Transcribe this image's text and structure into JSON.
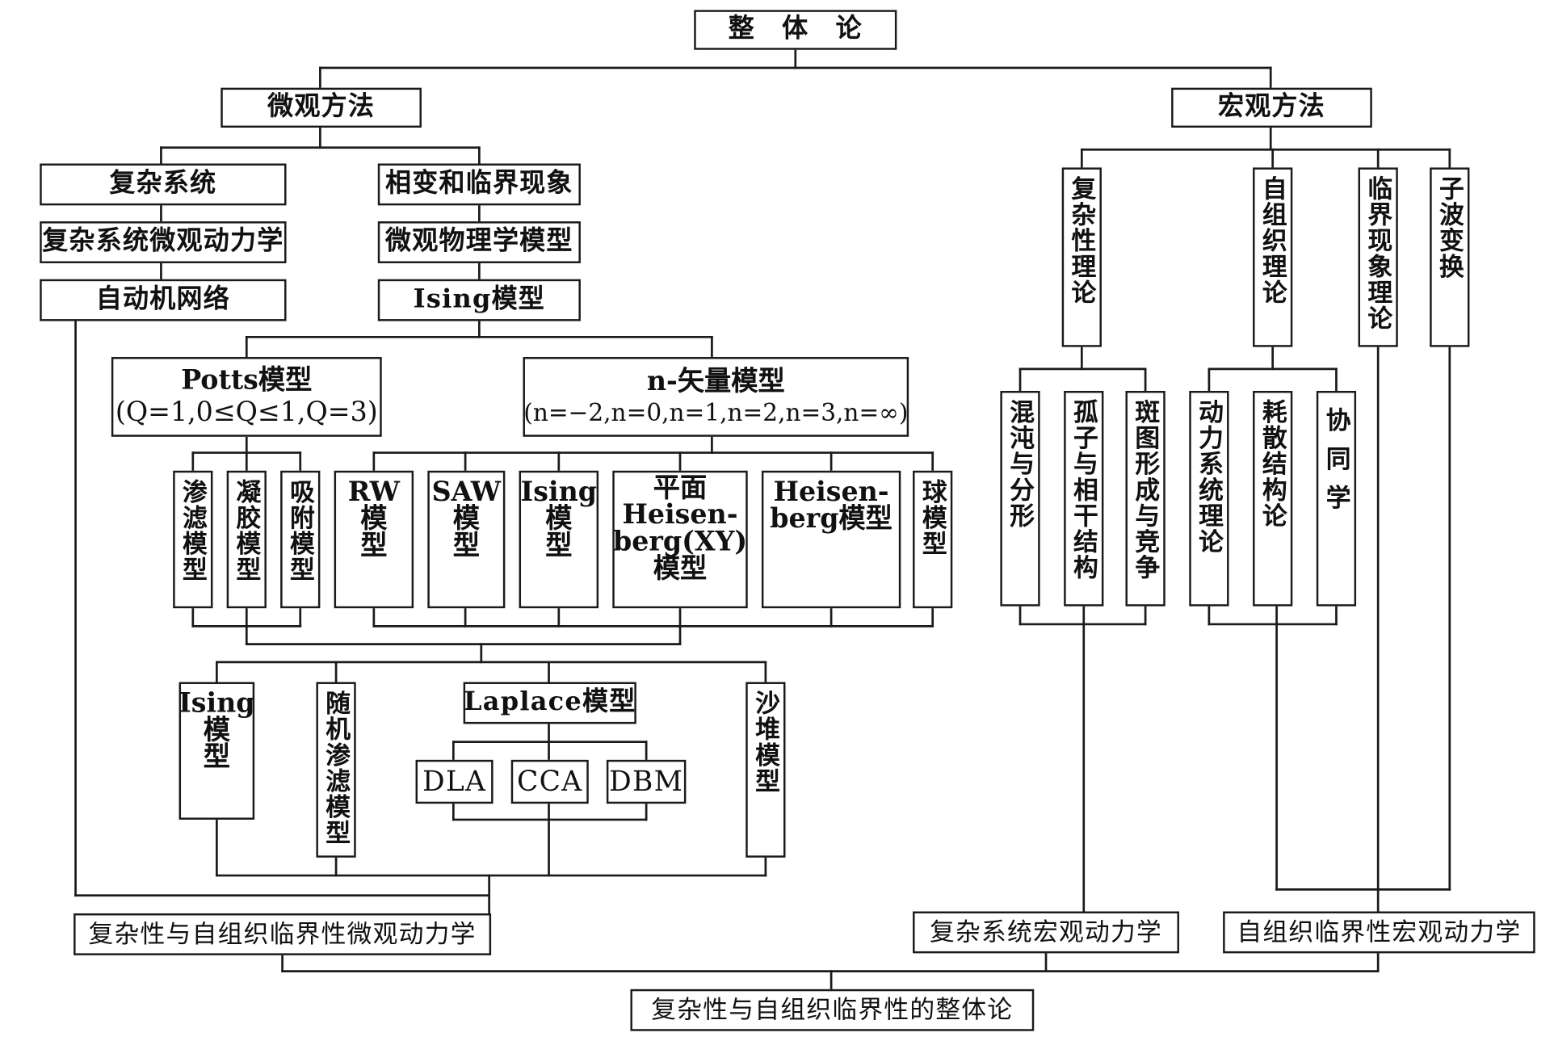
{
  "root": "整　体　论",
  "micro": {
    "title": "微观方法",
    "complex": {
      "label": "复杂系统",
      "dynamics": "复杂系统微观动力学",
      "automata": "自动机网络"
    },
    "phase": {
      "label": "相变和临界现象",
      "physics": "微观物理学模型",
      "ising": "Ising模型"
    },
    "potts": {
      "title": "Potts模型",
      "params": "(Q=1,0≤Q≤1,Q=3)"
    },
    "nvector": {
      "title": "n-矢量模型",
      "params": "(n=−2,n=0,n=1,n=2,n=3,n=∞)"
    },
    "potts_children": [
      "渗滤模型",
      "凝胶模型",
      "吸附模型"
    ],
    "nvector_children": {
      "rw": [
        "RW",
        "模",
        "型"
      ],
      "saw": [
        "SAW",
        "模",
        "型"
      ],
      "ising": [
        "Ising",
        "模",
        "型"
      ],
      "xy": [
        "平面",
        "Heisen-",
        "berg(XY)",
        "模型"
      ],
      "heisenberg": [
        "Heisen-",
        "berg模型"
      ],
      "ball": "球模型"
    },
    "lower": {
      "ising": [
        "Ising",
        "模",
        "型"
      ],
      "random_percolation": "随机渗滤模型",
      "laplace": "Laplace模型",
      "laplace_children": [
        "DLA",
        "CCA",
        "DBM"
      ],
      "sandpile": "沙堆模型"
    },
    "result": "复杂性与自组织临界性微观动力学"
  },
  "macro": {
    "title": "宏观方法",
    "columns": [
      "复杂性理论",
      "自组织理论",
      "临界现象理论",
      "子波变换"
    ],
    "complexity_children": [
      "混沌与分形",
      "孤子与相干结构",
      "斑图形成与竞争"
    ],
    "selforg_children": [
      "动力系统理论",
      "耗散结构论",
      "协同学"
    ],
    "result_complex": "复杂系统宏观动力学",
    "result_soc": "自组织临界性宏观动力学"
  },
  "final": "复杂性与自组织临界性的整体论"
}
